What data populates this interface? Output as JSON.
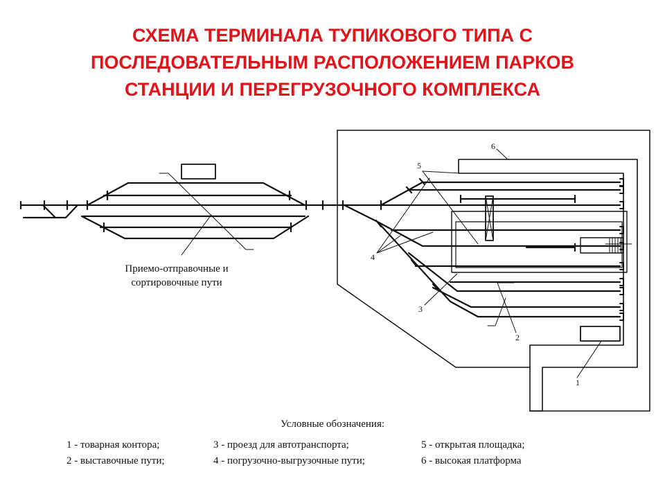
{
  "title": {
    "line1": "СХЕМА ТЕРМИНАЛА ТУПИКОВОГО ТИПА С",
    "line2": "ПОСЛЕДОВАТЕЛЬНЫМ РАСПОЛОЖЕНИЕМ  ПАРКОВ",
    "line3": "СТАНЦИИ И ПЕРЕГРУЗОЧНОГО КОМПЛЕКСА"
  },
  "station_caption": {
    "line1": "Приемо-отправочные и",
    "line2": "сортировочные пути"
  },
  "callouts": [
    "1",
    "2",
    "3",
    "4",
    "5",
    "6"
  ],
  "legend": {
    "title": "Условные обозначения:",
    "items": [
      "1 - товарная контора;",
      "2 - выставочные пути;",
      "3 - проезд для автотранспорта;",
      "4 - погрузочно-выгрузочные пути;",
      "5 - открытая площадка;",
      "6 - высокая платформа"
    ]
  }
}
